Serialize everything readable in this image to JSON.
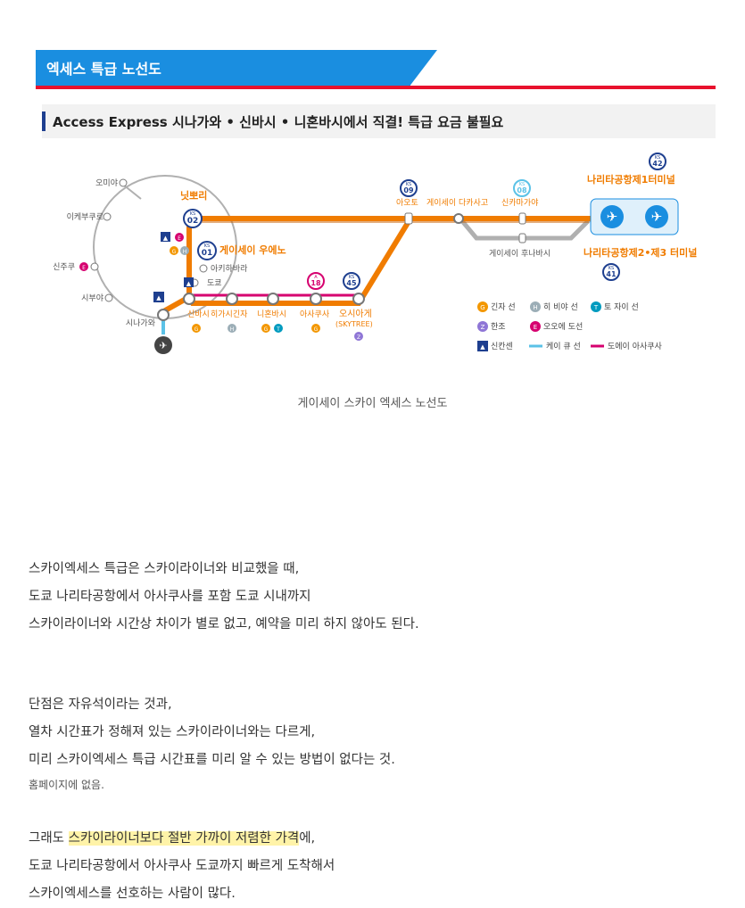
{
  "header": {
    "title": "엑세스 특급 노선도"
  },
  "subheader": {
    "text": "Access Express 시나가와 • 신바시 • 니혼바시에서 직결! 특급 요금 불필요"
  },
  "route_map": {
    "colors": {
      "access_line": "#f07c00",
      "asakusa_line": "#d6006f",
      "keikyu_line": "#5bc2e7",
      "loop_line": "#b0b0b0",
      "node_border": "#1e3f8f"
    },
    "stations": {
      "omiya": "오미야",
      "ikebukuro": "이케부쿠로",
      "shinjuku": "신주쿠",
      "shibuya": "시부야",
      "shinagawa": "시나가와",
      "nippori": "닛뽀리",
      "ueno": "게이세이 우에노",
      "akihabara": "아키하바라",
      "tokyo": "도쿄",
      "shinbashi": "신바시",
      "higashiginza": "히가시긴자",
      "nihonbashi": "니혼바시",
      "asakusa": "아사쿠사",
      "oshiage": "오시아게",
      "skytree": "(SKYTREE)",
      "aoto": "아오토",
      "takasago": "게이세이 다카사고",
      "shinkamagaya": "신카마가야",
      "funabashi": "게이세이 후나바시",
      "airport_t1": "나리타공항제1터미널",
      "airport_t23": "나리타공항제2•제3 터미널"
    },
    "codes": {
      "nippori": "02",
      "ueno": "01",
      "aoto": "09",
      "shinkamagaya": "08",
      "t1": "42",
      "t23": "41",
      "oshiage": "45",
      "asakusa": "18",
      "prefix_ks": "KS",
      "prefix_a": "A"
    },
    "line_badges": {
      "ginza": "G",
      "hibiya": "H",
      "tozai": "T",
      "hanzomon": "Z",
      "oedo": "E"
    },
    "legend": {
      "ginza": "긴자 선",
      "hibiya": "히 비야 선",
      "tozai": "토 자이 선",
      "hanzomon": "한조",
      "oedo": "오오에 도선",
      "shinkansen": "신칸센",
      "keikyu": "케이 큐 선",
      "toei_asakusa": "도에이 아사쿠사"
    },
    "icons": [
      "airplane-icon",
      "shinkansen-icon"
    ]
  },
  "caption": "게이세이 스카이 엑세스 노선도",
  "paragraphs": {
    "p1": [
      "스카이엑세스 특급은 스카이라이너와 비교했을 때,",
      "도쿄 나리타공항에서 아사쿠사를 포함 도쿄 시내까지",
      "스카이라이너와 시간상 차이가 별로 없고, 예약을 미리 하지 않아도 된다."
    ],
    "p2": [
      "단점은 자유석이라는 것과,",
      "열차 시간표가 정해져 있는 스카이라이너와는 다르게,",
      "미리 스카이엑세스 특급 시간표를 미리 알 수 있는 방법이 없다는 것."
    ],
    "note": "홈페이지에 없음.",
    "p3_prefix": "그래도 ",
    "p3_highlight": "스카이라이너보다 절반 가까이 저렴한 가격",
    "p3_suffix": "에,",
    "p3": [
      "도쿄 나리타공항에서 아사쿠사 도쿄까지 빠르게 도착해서",
      "스카이엑세스를 선호하는 사람이 많다."
    ]
  }
}
